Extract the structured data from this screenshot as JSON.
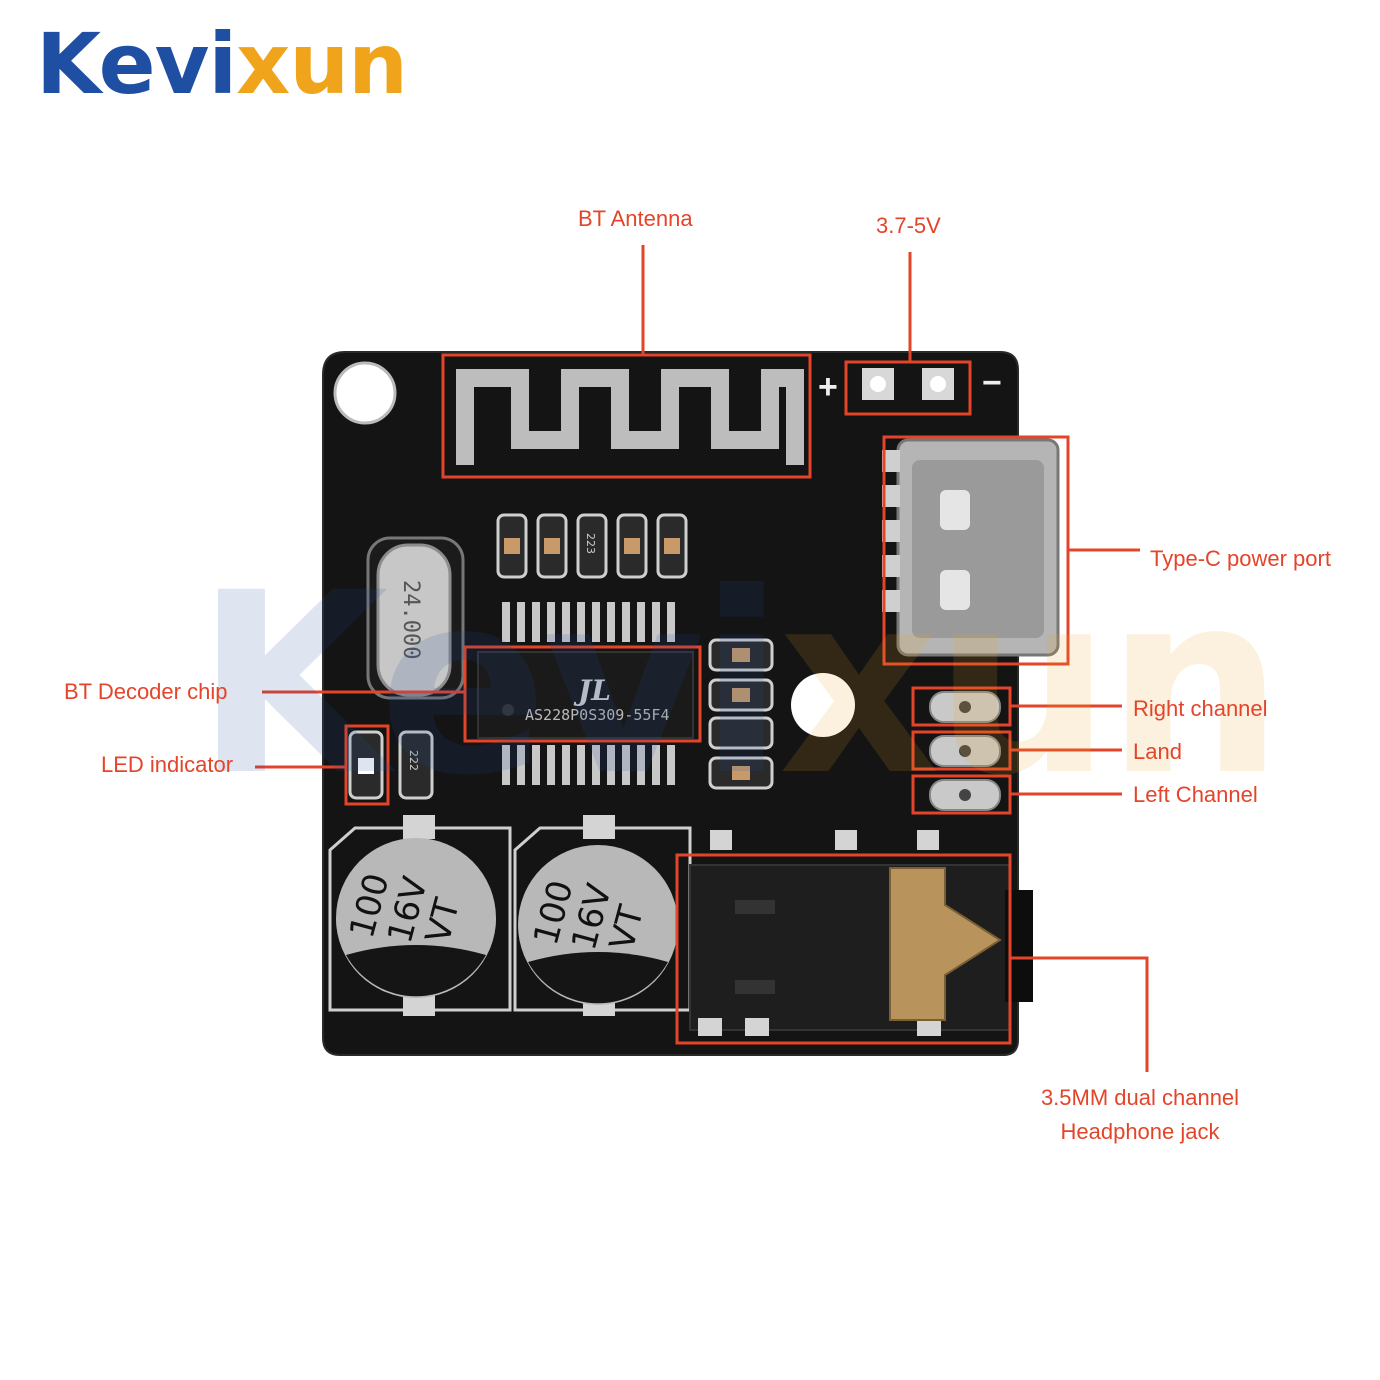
{
  "brand": {
    "part1": "Kevi",
    "part2": "xun"
  },
  "watermark": {
    "part1": "Kevi",
    "part2": "xun"
  },
  "colors": {
    "annotation": "#e4452a",
    "brand_blue": "#1f4fa3",
    "brand_orange": "#f0a41c",
    "pcb": "#111111"
  },
  "labels": {
    "bt_antenna": "BT Antenna",
    "voltage": "3.7-5V",
    "type_c": "Type-C power port",
    "bt_decoder": "BT Decoder chip",
    "led": "LED indicator",
    "right_channel": "Right channel",
    "land": "Land",
    "left_channel": "Left Channel",
    "jack_line1": "3.5MM dual channel",
    "jack_line2": "Headphone jack"
  },
  "board": {
    "plus": "+",
    "minus": "−",
    "capacitor_text": [
      "100",
      "16V",
      "VT"
    ],
    "crystal_text": "24.000",
    "chip_logo": "JL",
    "chip_text": "AS228P0S309-55F4",
    "resistor_code_1": "223",
    "resistor_code_2": "222"
  }
}
